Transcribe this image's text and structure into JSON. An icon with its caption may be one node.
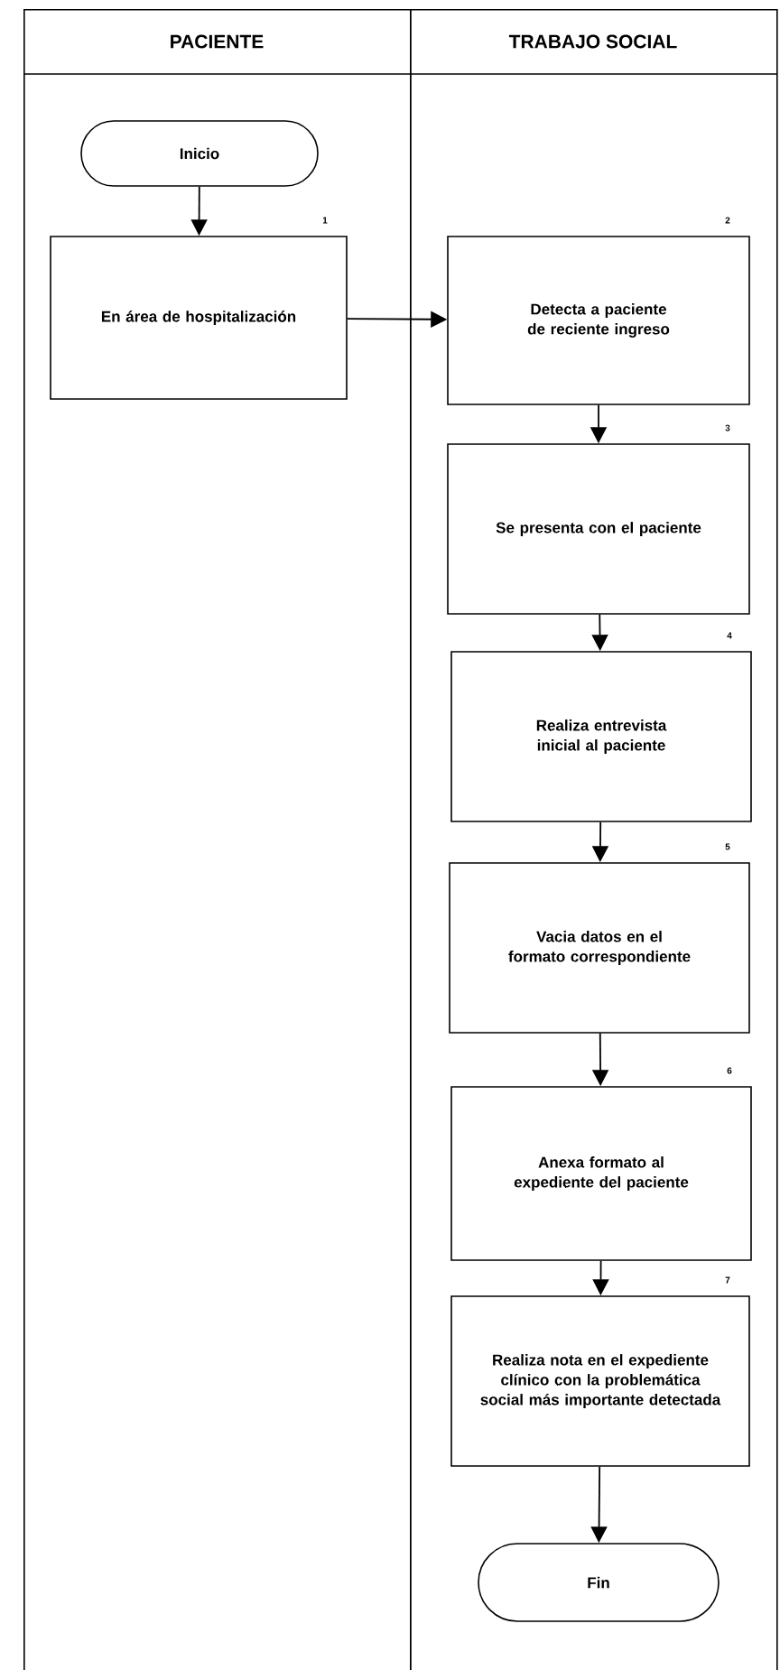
{
  "diagram": {
    "nodes": [
      {
        "text": [
          "PACIENTE"
        ]
      },
      {
        "text": [
          "TRABAJO SOCIAL"
        ]
      },
      {
        "text": [
          "Inicio"
        ],
        "in": 0
      },
      {
        "text": [
          "En área de hospitalización"
        ],
        "in": 0,
        "beside": [
          "1"
        ]
      },
      {
        "text": [
          "Detecta a paciente de reciente ingreso"
        ],
        "in": 1,
        "beside": [
          "2"
        ]
      },
      {
        "text": [
          "Se presenta con el paciente"
        ],
        "in": 1,
        "beside": [
          "3"
        ]
      },
      {
        "text": [
          "Realiza entrevista inicial al paciente"
        ],
        "in": 1,
        "beside": [
          "4"
        ]
      },
      {
        "text": [
          "Vacia datos en el formato correspondiente"
        ],
        "in": 1,
        "beside": [
          "5"
        ]
      },
      {
        "text": [
          "Anexa formato al expediente del paciente"
        ],
        "in": 1,
        "beside": [
          "6"
        ]
      },
      {
        "text": [
          "Realiza nota en el expediente clínico con la problemática social más importante detectada"
        ],
        "in": 1,
        "beside": [
          "7"
        ]
      },
      {
        "text": [
          "Fin"
        ],
        "in": 1
      }
    ],
    "edges": [
      {
        "from": 2,
        "to": 3,
        "arrow": "to"
      },
      {
        "from": 3,
        "to": 4,
        "arrow": "to"
      },
      {
        "from": 4,
        "to": 5,
        "arrow": "to"
      },
      {
        "from": 5,
        "to": 6,
        "arrow": "to"
      },
      {
        "from": 6,
        "to": 7,
        "arrow": "to"
      },
      {
        "from": 7,
        "to": 8,
        "arrow": "to"
      },
      {
        "from": 8,
        "to": 9,
        "arrow": "to"
      },
      {
        "from": 9,
        "to": 10,
        "arrow": "to"
      }
    ]
  }
}
